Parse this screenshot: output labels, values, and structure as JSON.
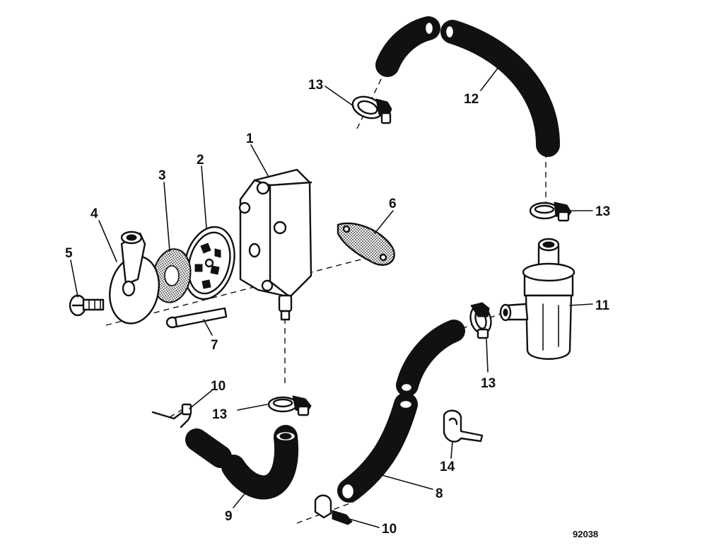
{
  "figure_number": "92038",
  "callouts": {
    "c1": "1",
    "c2": "2",
    "c3": "3",
    "c4": "4",
    "c5": "5",
    "c6": "6",
    "c7": "7",
    "c8": "8",
    "c9": "9",
    "c10a": "10",
    "c10b": "10",
    "c11": "11",
    "c12": "12",
    "c13a": "13",
    "c13b": "13",
    "c13c": "13",
    "c13d": "13",
    "c14": "14"
  },
  "colors": {
    "ink": "#111111",
    "paper": "#ffffff"
  }
}
